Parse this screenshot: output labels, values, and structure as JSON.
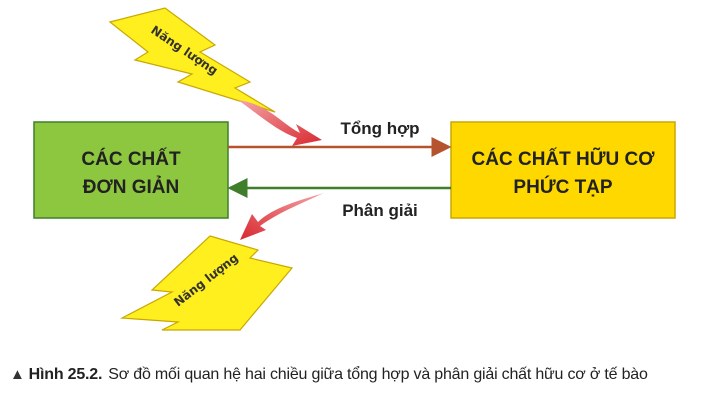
{
  "boxes": {
    "simple": {
      "line1": "CÁC CHẤT",
      "line2": "ĐƠN GIẢN",
      "color": "#8dc63f"
    },
    "complex": {
      "line1": "CÁC CHẤT HỮU CƠ",
      "line2": "PHỨC TẠP",
      "color": "#ffd800"
    }
  },
  "edges": {
    "synthesis": {
      "label": "Tổng hợp",
      "color": "#b5532e"
    },
    "decomposition": {
      "label": "Phân giải",
      "color": "#3f7e2b"
    }
  },
  "energy": {
    "top_label": "Năng lượng",
    "bottom_label": "Năng lượng",
    "bolt_color": "#ffef1e",
    "arrow_color": "#d8282f"
  },
  "caption": {
    "label": "Hình 25.2.",
    "text": "Sơ đồ mối quan hệ hai chiều giữa tổng hợp và phân giải chất hữu cơ ở tế bào"
  }
}
